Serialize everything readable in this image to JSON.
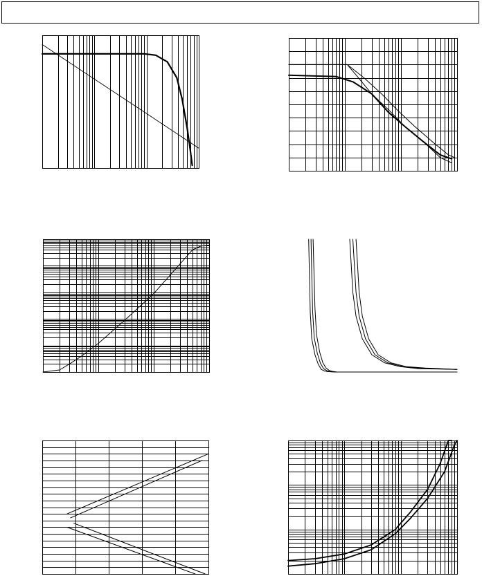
{
  "page_header": {
    "title": ""
  },
  "chart_data": [
    {
      "type": "line",
      "title": "",
      "xlabel": "",
      "ylabel": "",
      "x_scale": "log",
      "y_scale": "linear",
      "xlim": [
        1,
        1000
      ],
      "ylim": [
        0,
        10
      ],
      "series": [
        {
          "x": [
            1,
            10,
            50,
            90,
            150,
            250,
            380,
            480,
            600,
            680,
            750
          ],
          "y": [
            8.6,
            8.6,
            8.6,
            8.6,
            8.5,
            8.0,
            6.8,
            5.2,
            3.0,
            1.5,
            0.2
          ],
          "stroke": 2.2
        },
        {
          "x": [
            1,
            3.16,
            10,
            31.6,
            100,
            316,
            1000
          ],
          "y": [
            9.3,
            8.0,
            6.7,
            5.4,
            4.1,
            2.8,
            1.5
          ],
          "stroke": 0.9
        }
      ]
    },
    {
      "type": "line",
      "title": "",
      "xlabel": "",
      "ylabel": "",
      "x_scale": "log",
      "y_scale": "linear",
      "xlim": [
        1,
        1000
      ],
      "ylim": [
        0,
        10
      ],
      "series": [
        {
          "x": [
            1,
            11,
            16,
            30,
            60,
            120,
            250,
            500,
            800
          ],
          "y": [
            8.0,
            8.0,
            7.2,
            5.8,
            4.6,
            3.3,
            2.2,
            1.0,
            0.6
          ],
          "stroke": 1.0
        },
        {
          "x": [
            1,
            11,
            22,
            45,
            90,
            180,
            360,
            700,
            900
          ],
          "y": [
            8.0,
            8.0,
            7.0,
            5.8,
            4.5,
            3.3,
            2.2,
            1.2,
            1.0
          ],
          "stroke": 1.0
        },
        {
          "x": [
            1,
            7,
            14,
            30,
            60,
            120,
            250,
            500,
            800
          ],
          "y": [
            7.2,
            7.1,
            6.7,
            5.8,
            4.4,
            3.3,
            2.2,
            1.2,
            0.9
          ],
          "stroke": 2.0
        }
      ]
    },
    {
      "type": "line",
      "title": "",
      "xlabel": "",
      "ylabel": "",
      "x_scale": "log",
      "y_scale": "log",
      "xlim": [
        1,
        1000
      ],
      "ylim": [
        1,
        100000
      ],
      "series": [
        {
          "x": [
            1,
            2,
            3,
            5,
            10,
            30,
            100,
            300,
            500,
            700,
            1000
          ],
          "y": [
            1,
            1.2,
            2,
            4,
            12,
            90,
            900,
            12000,
            40000,
            55000,
            60000
          ],
          "stroke": 1.0
        }
      ]
    },
    {
      "type": "line",
      "title": "",
      "xlabel": "",
      "ylabel": "",
      "x_scale": "linear",
      "y_scale": "linear",
      "xlim": [
        0,
        100
      ],
      "ylim": [
        0,
        100
      ],
      "series": [
        {
          "x": [
            6,
            7,
            8,
            10,
            12,
            14,
            16,
            18,
            22,
            100
          ],
          "y": [
            100,
            45,
            25,
            13,
            6,
            2,
            0.8,
            0.3,
            0,
            0
          ],
          "stroke": 1.0
        },
        {
          "x": [
            7.5,
            8.5,
            9.5,
            11.5,
            13.5,
            15.5,
            17.5,
            19.5,
            22,
            100
          ],
          "y": [
            100,
            46,
            26,
            14,
            6.5,
            2.5,
            1,
            0.4,
            0,
            0
          ],
          "stroke": 1.0
        },
        {
          "x": [
            8.8,
            10,
            11,
            13,
            15,
            17,
            19,
            21,
            24,
            100
          ],
          "y": [
            100,
            48,
            28,
            15,
            7,
            3,
            1.2,
            0.5,
            0,
            0
          ],
          "stroke": 1.0
        },
        {
          "x": [
            32,
            34,
            36,
            40,
            46,
            54,
            64,
            76,
            100
          ],
          "y": [
            100,
            60,
            42,
            25,
            13,
            7,
            4,
            2.5,
            2
          ],
          "stroke": 1.0
        },
        {
          "x": [
            34,
            36,
            38,
            42,
            48,
            56,
            66,
            78,
            100
          ],
          "y": [
            100,
            60,
            42,
            25,
            13,
            7,
            4,
            2.8,
            2
          ],
          "stroke": 1.0
        },
        {
          "x": [
            36,
            38,
            40,
            44,
            50,
            58,
            68,
            80,
            100
          ],
          "y": [
            100,
            60,
            42,
            25,
            13,
            7,
            4,
            3,
            2
          ],
          "stroke": 1.0
        }
      ]
    },
    {
      "type": "line",
      "title": "",
      "xlabel": "",
      "ylabel": "",
      "x_scale": "linear",
      "y_scale": "linear",
      "xlim": [
        0,
        100
      ],
      "ylim": [
        0,
        100
      ],
      "series": [
        {
          "x": [
            15,
            100
          ],
          "y": [
            45,
            90
          ],
          "stroke": 1.0
        },
        {
          "x": [
            17,
            96
          ],
          "y": [
            42,
            85
          ],
          "stroke": 1.0
        },
        {
          "x": [
            15,
            92
          ],
          "y": [
            35,
            0
          ],
          "stroke": 1.0
        },
        {
          "x": [
            19,
            98
          ],
          "y": [
            38,
            0
          ],
          "stroke": 1.0
        }
      ]
    },
    {
      "type": "line",
      "title": "",
      "xlabel": "",
      "ylabel": "",
      "x_scale": "log",
      "y_scale": "log",
      "xlim": [
        1,
        1000
      ],
      "ylim": [
        1,
        1000
      ],
      "series": [
        {
          "x": [
            1,
            3,
            10,
            30,
            80,
            150,
            300,
            500,
            700,
            800
          ],
          "y": [
            2,
            2.2,
            2.8,
            4.5,
            10,
            25,
            80,
            300,
            1000,
            1000
          ],
          "stroke": 1.8
        },
        {
          "x": [
            1,
            3,
            10,
            30,
            80,
            150,
            300,
            600,
            900,
            1000
          ],
          "y": [
            1.5,
            1.7,
            2.2,
            3.5,
            8,
            18,
            50,
            200,
            800,
            1000
          ],
          "stroke": 1.8
        }
      ]
    }
  ]
}
